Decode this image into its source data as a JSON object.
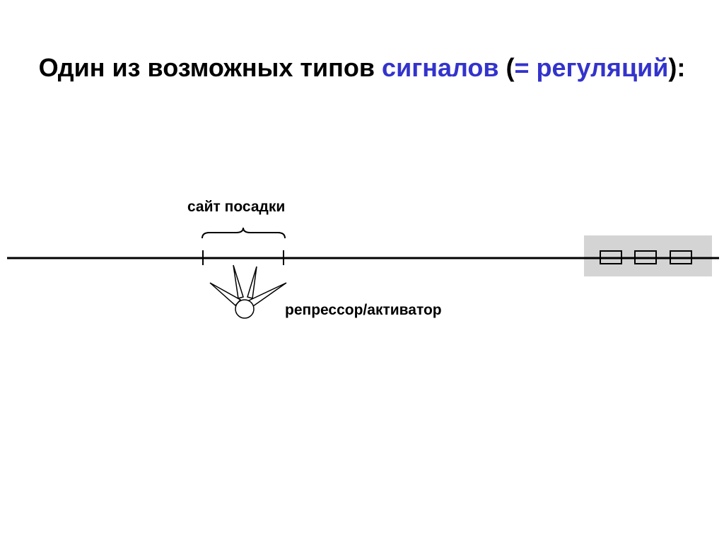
{
  "title": {
    "part1": "Один из возможных типов ",
    "part2": "сигналов",
    "part3": " (",
    "part4": "= регуляций",
    "part5": "):"
  },
  "labels": {
    "binding_site": "сайт посадки",
    "factor": "репрессор/активатор"
  },
  "colors": {
    "accent": "#3333cc",
    "gene_box": "#d4d4d4",
    "line": "#000000"
  },
  "icons": {
    "factor": "transcription-factor-icon",
    "gene": "gene-block-icon"
  }
}
